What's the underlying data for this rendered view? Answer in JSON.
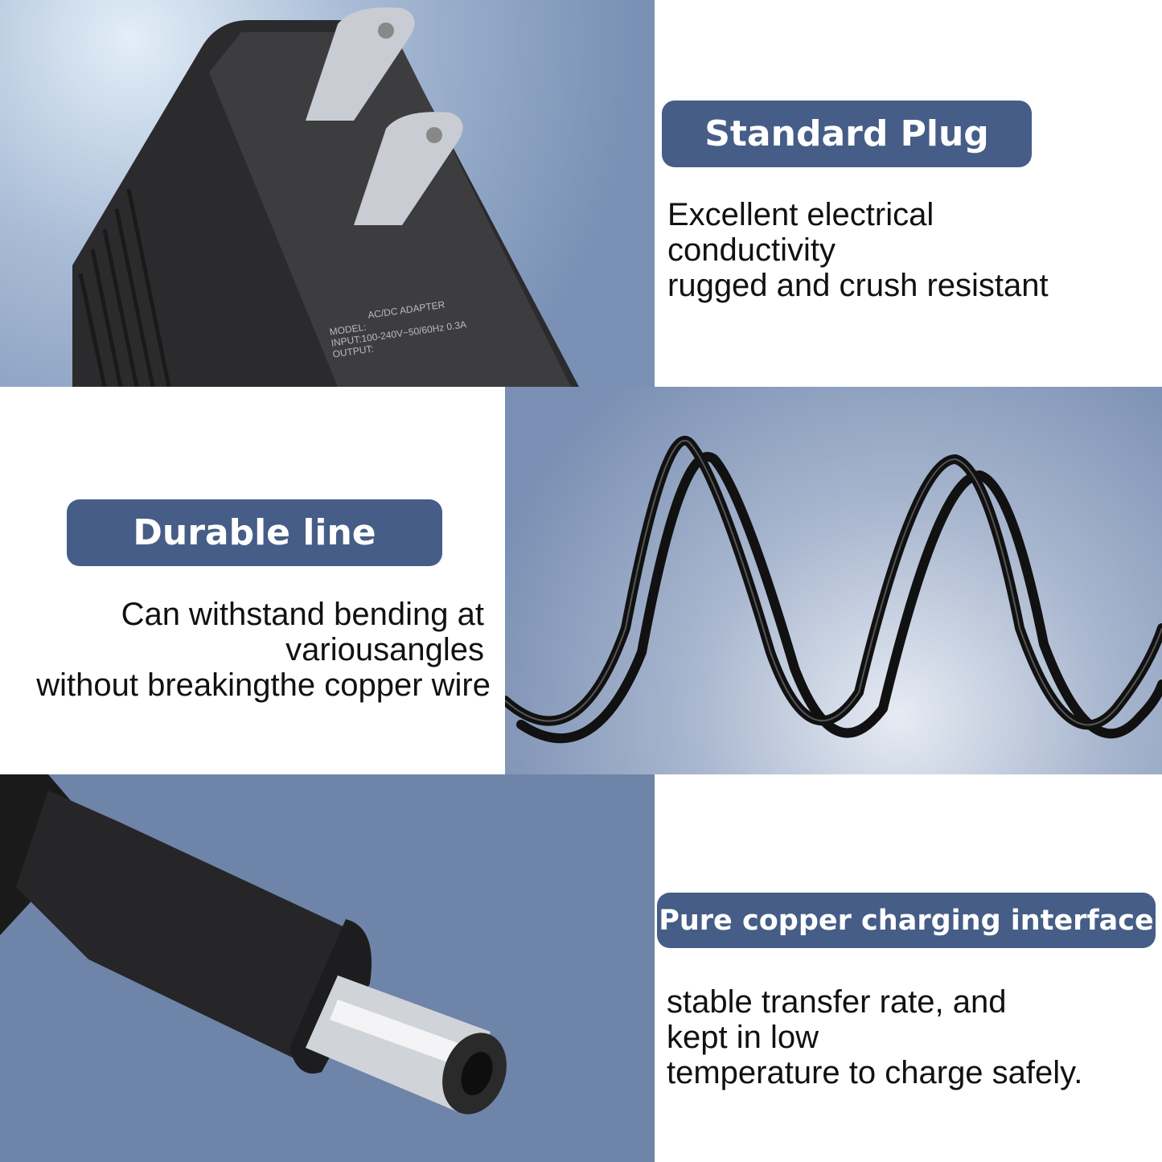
{
  "sections": [
    {
      "title": "Standard Plug",
      "lines": [
        "Excellent electrical",
        "conductivity",
        "rugged and crush resistant"
      ]
    },
    {
      "title": "Durable line",
      "lines": [
        "Can withstand bending at",
        "variousangles",
        "without breakingthe copper wire"
      ]
    },
    {
      "title": "Pure copper charging interface",
      "lines": [
        "stable transfer rate, and",
        "kept in low",
        "temperature to charge safely."
      ]
    }
  ],
  "adapter_label": {
    "heading": "AC/DC ADAPTER",
    "model": "MODEL:",
    "input": "INPUT:100-240V~50/60Hz 0.3A",
    "output": "OUTPUT:"
  },
  "colors": {
    "accent": "#455d87",
    "panel_bg": "#7488ad"
  }
}
